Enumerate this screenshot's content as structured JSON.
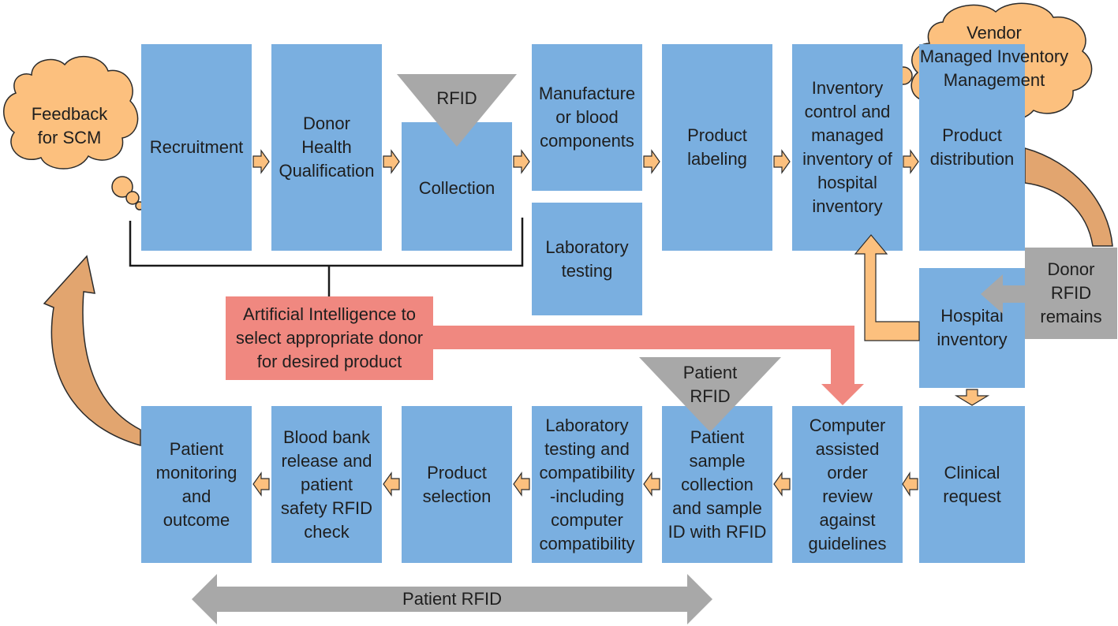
{
  "colors": {
    "box": "#7aafe0",
    "cloud": "#fcc07e",
    "cloud_stroke": "#2b2b2b",
    "arrow_small": "#fcc07e",
    "arrow_curved": "#e2a56f",
    "gray": "#a8a8a8",
    "ai": "#f08880",
    "bracket": "#1a1a1a"
  },
  "boxes": {
    "recruitment": "Recruitment",
    "donor_health": "Donor\nHealth\nQualification",
    "collection": "Collection",
    "manufacture": "Manufacture\nor blood\ncomponents",
    "lab_testing": "Laboratory\ntesting",
    "product_labeling": "Product\nlabeling",
    "inventory_control": "Inventory\ncontrol and\nmanaged\ninventory of\nhospital\ninventory",
    "product_distribution": "Product\ndistribution",
    "hospital_inventory": "Hospital\ninventory",
    "clinical_request": "Clinical\nrequest",
    "computer_assisted": "Computer\nassisted\norder\nreview\nagainst\nguidelines",
    "patient_sample": "Patient\nsample\ncollection\nand sample\nID with RFID",
    "lab_compat": "Laboratory\ntesting and\ncompatibility\n-including\ncomputer\ncompatibility",
    "product_selection": "Product\nselection",
    "blood_bank": "Blood bank\nrelease and\npatient\nsafety RFID\ncheck",
    "patient_monitoring": "Patient\nmonitoring\nand\noutcome"
  },
  "clouds": {
    "feedback": "Feedback\nfor SCM",
    "vendor": "Vendor\nManaged Inventory\nManagement"
  },
  "markers": {
    "rfid": "RFID",
    "patient_rfid_triangle": "Patient\nRFID",
    "donor_rfid": "Donor\nRFID\nremains",
    "patient_rfid_bar": "Patient RFID"
  },
  "ai_box": "Artificial Intelligence to\nselect appropriate donor\nfor desired product"
}
